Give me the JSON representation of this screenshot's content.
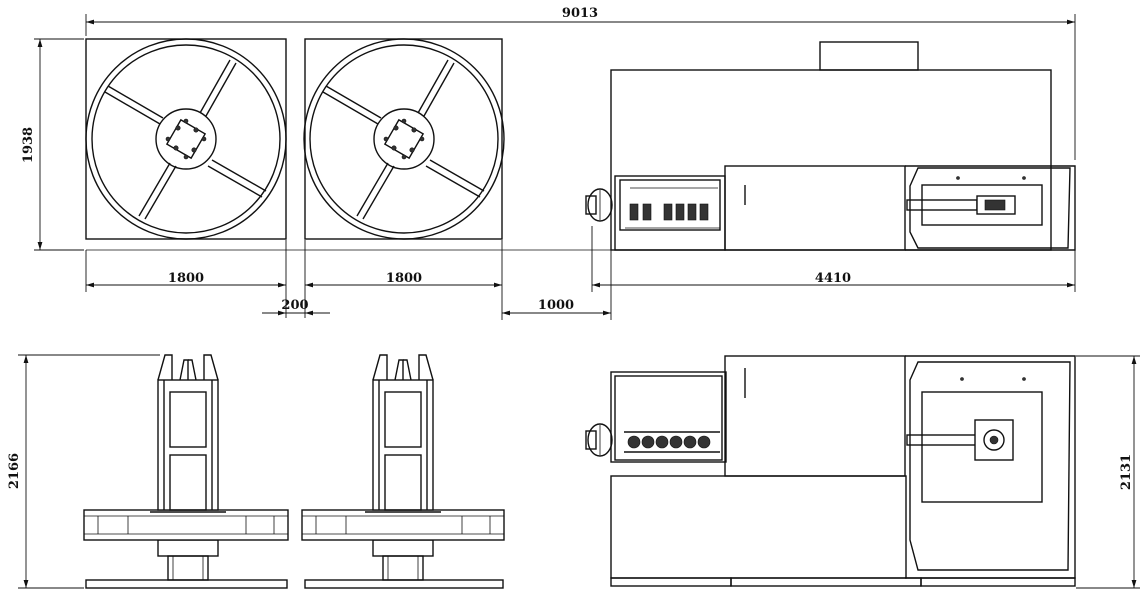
{
  "dimensions": {
    "overall_length": "9013",
    "overall_height_top": "1938",
    "reel1_width": "1800",
    "reel2_width": "1800",
    "reel_gap": "200",
    "reel_to_machine_gap": "1000",
    "machine_length": "4410",
    "reel_height_side": "2166",
    "machine_height_side": "2131"
  }
}
